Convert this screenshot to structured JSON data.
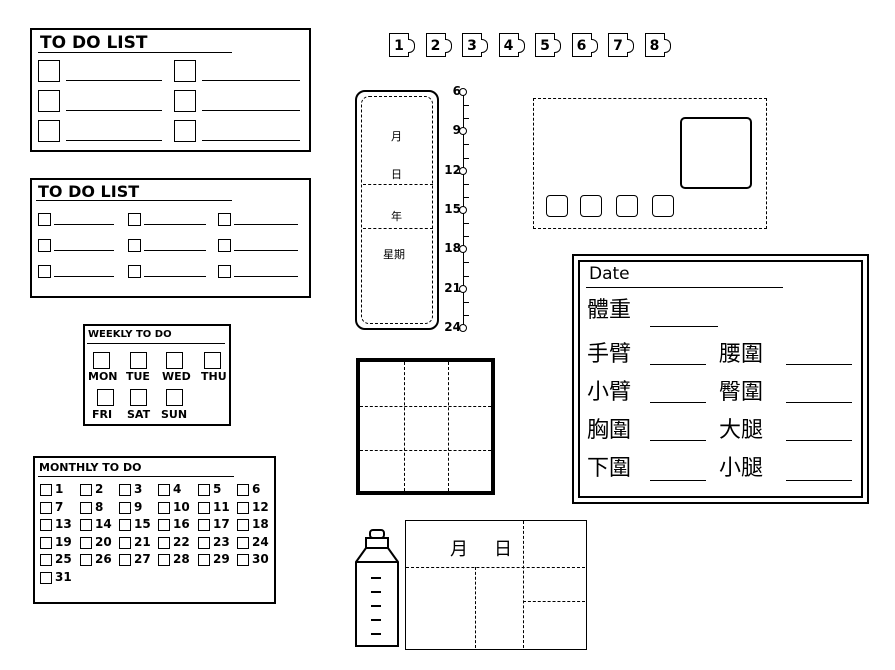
{
  "todo1": {
    "title": "TO DO LIST"
  },
  "todo2": {
    "title": "TO DO LIST"
  },
  "weekly": {
    "title": "WEEKLY TO DO",
    "row1": [
      "MON",
      "TUE",
      "WED",
      "THU"
    ],
    "row2": [
      "FRI",
      "SAT",
      "SUN"
    ]
  },
  "monthly": {
    "title": "MONTHLY TO DO",
    "days": [
      "1",
      "2",
      "3",
      "4",
      "5",
      "6",
      "7",
      "8",
      "9",
      "10",
      "11",
      "12",
      "13",
      "14",
      "15",
      "16",
      "17",
      "18",
      "19",
      "20",
      "21",
      "22",
      "23",
      "24",
      "25",
      "26",
      "27",
      "28",
      "29",
      "30",
      "31"
    ]
  },
  "tabs": [
    "1",
    "2",
    "3",
    "4",
    "5",
    "6",
    "7",
    "8"
  ],
  "calendar": {
    "month": "月",
    "day": "日",
    "year": "年",
    "weekday": "星期"
  },
  "timeline": [
    "6",
    "9",
    "12",
    "15",
    "18",
    "21",
    "24"
  ],
  "body": {
    "date_label": "Date",
    "weight": "體重",
    "left": [
      "手臂",
      "小臂",
      "胸圍",
      "下圍"
    ],
    "right": [
      "腰圍",
      "臀圍",
      "大腿",
      "小腿"
    ]
  },
  "date_grid": {
    "month": "月",
    "day": "日"
  }
}
